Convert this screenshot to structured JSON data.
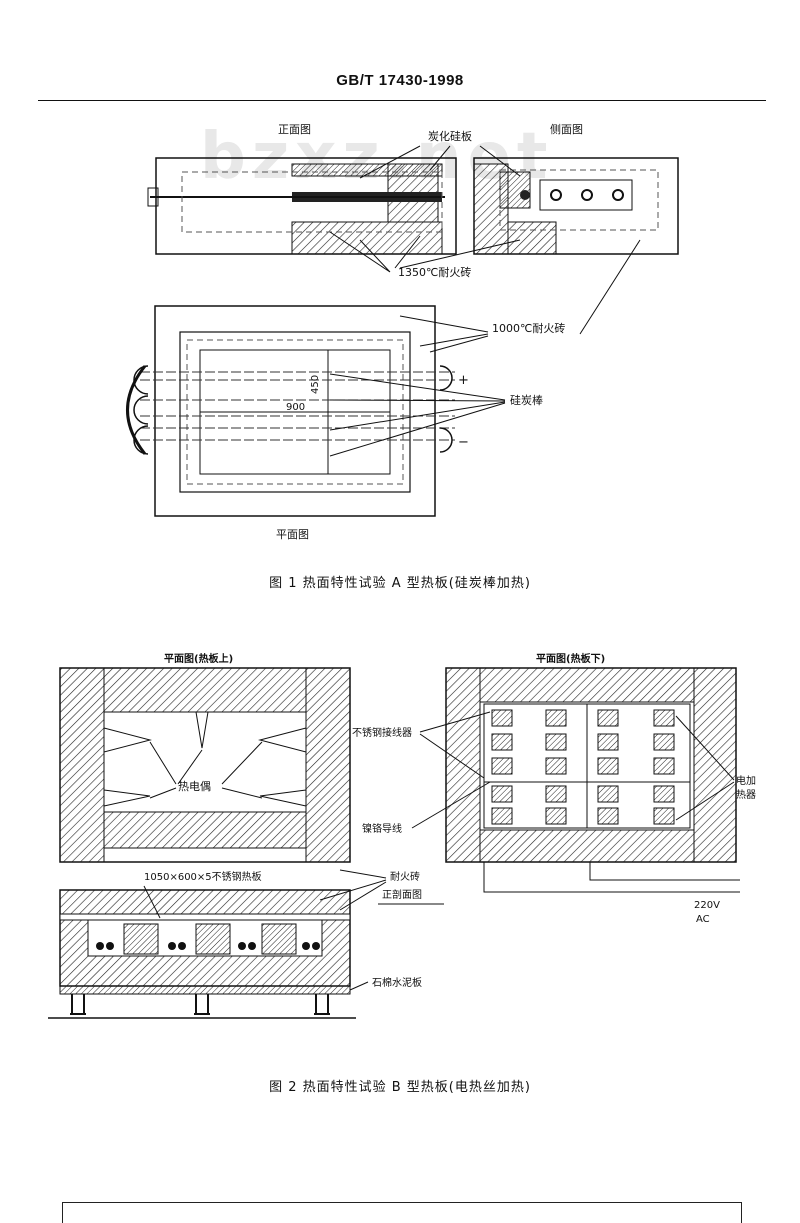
{
  "header": {
    "standard_number": "GB/T 17430-1998"
  },
  "watermark": "bzxz.net",
  "figure1": {
    "labels": {
      "front_view": "正面图",
      "side_view": "侧面图",
      "silicon_carbide_plate": "炭化硅板",
      "brick_1350": "1350℃耐火砖",
      "brick_1000": "1000℃耐火砖",
      "dim_450": "450",
      "dim_900": "900",
      "plus": "+",
      "minus": "−",
      "silicon_carbon_rod": "硅炭棒",
      "plan_view": "平面图"
    },
    "caption": "图 1   热面特性试验 A 型热板(硅炭棒加热)"
  },
  "figure2": {
    "labels": {
      "plan_upper": "平面图(热板上)",
      "plan_lower": "平面图(热板下)",
      "thermocouple": "热电偶",
      "stainless_connector": "不锈钢接线器",
      "nichrome_wire": "镍铬导线",
      "electric_heater_1": "电加",
      "electric_heater_2": "热器",
      "plate_spec": "1050×600×5不锈钢热板",
      "firebrick": "耐火砖",
      "front_section": "正剖面图",
      "asbestos_cement": "石棉水泥板",
      "voltage": "220V",
      "ac": "AC"
    },
    "caption": "图 2   热面特性试验 B 型热板(电热丝加热)"
  }
}
